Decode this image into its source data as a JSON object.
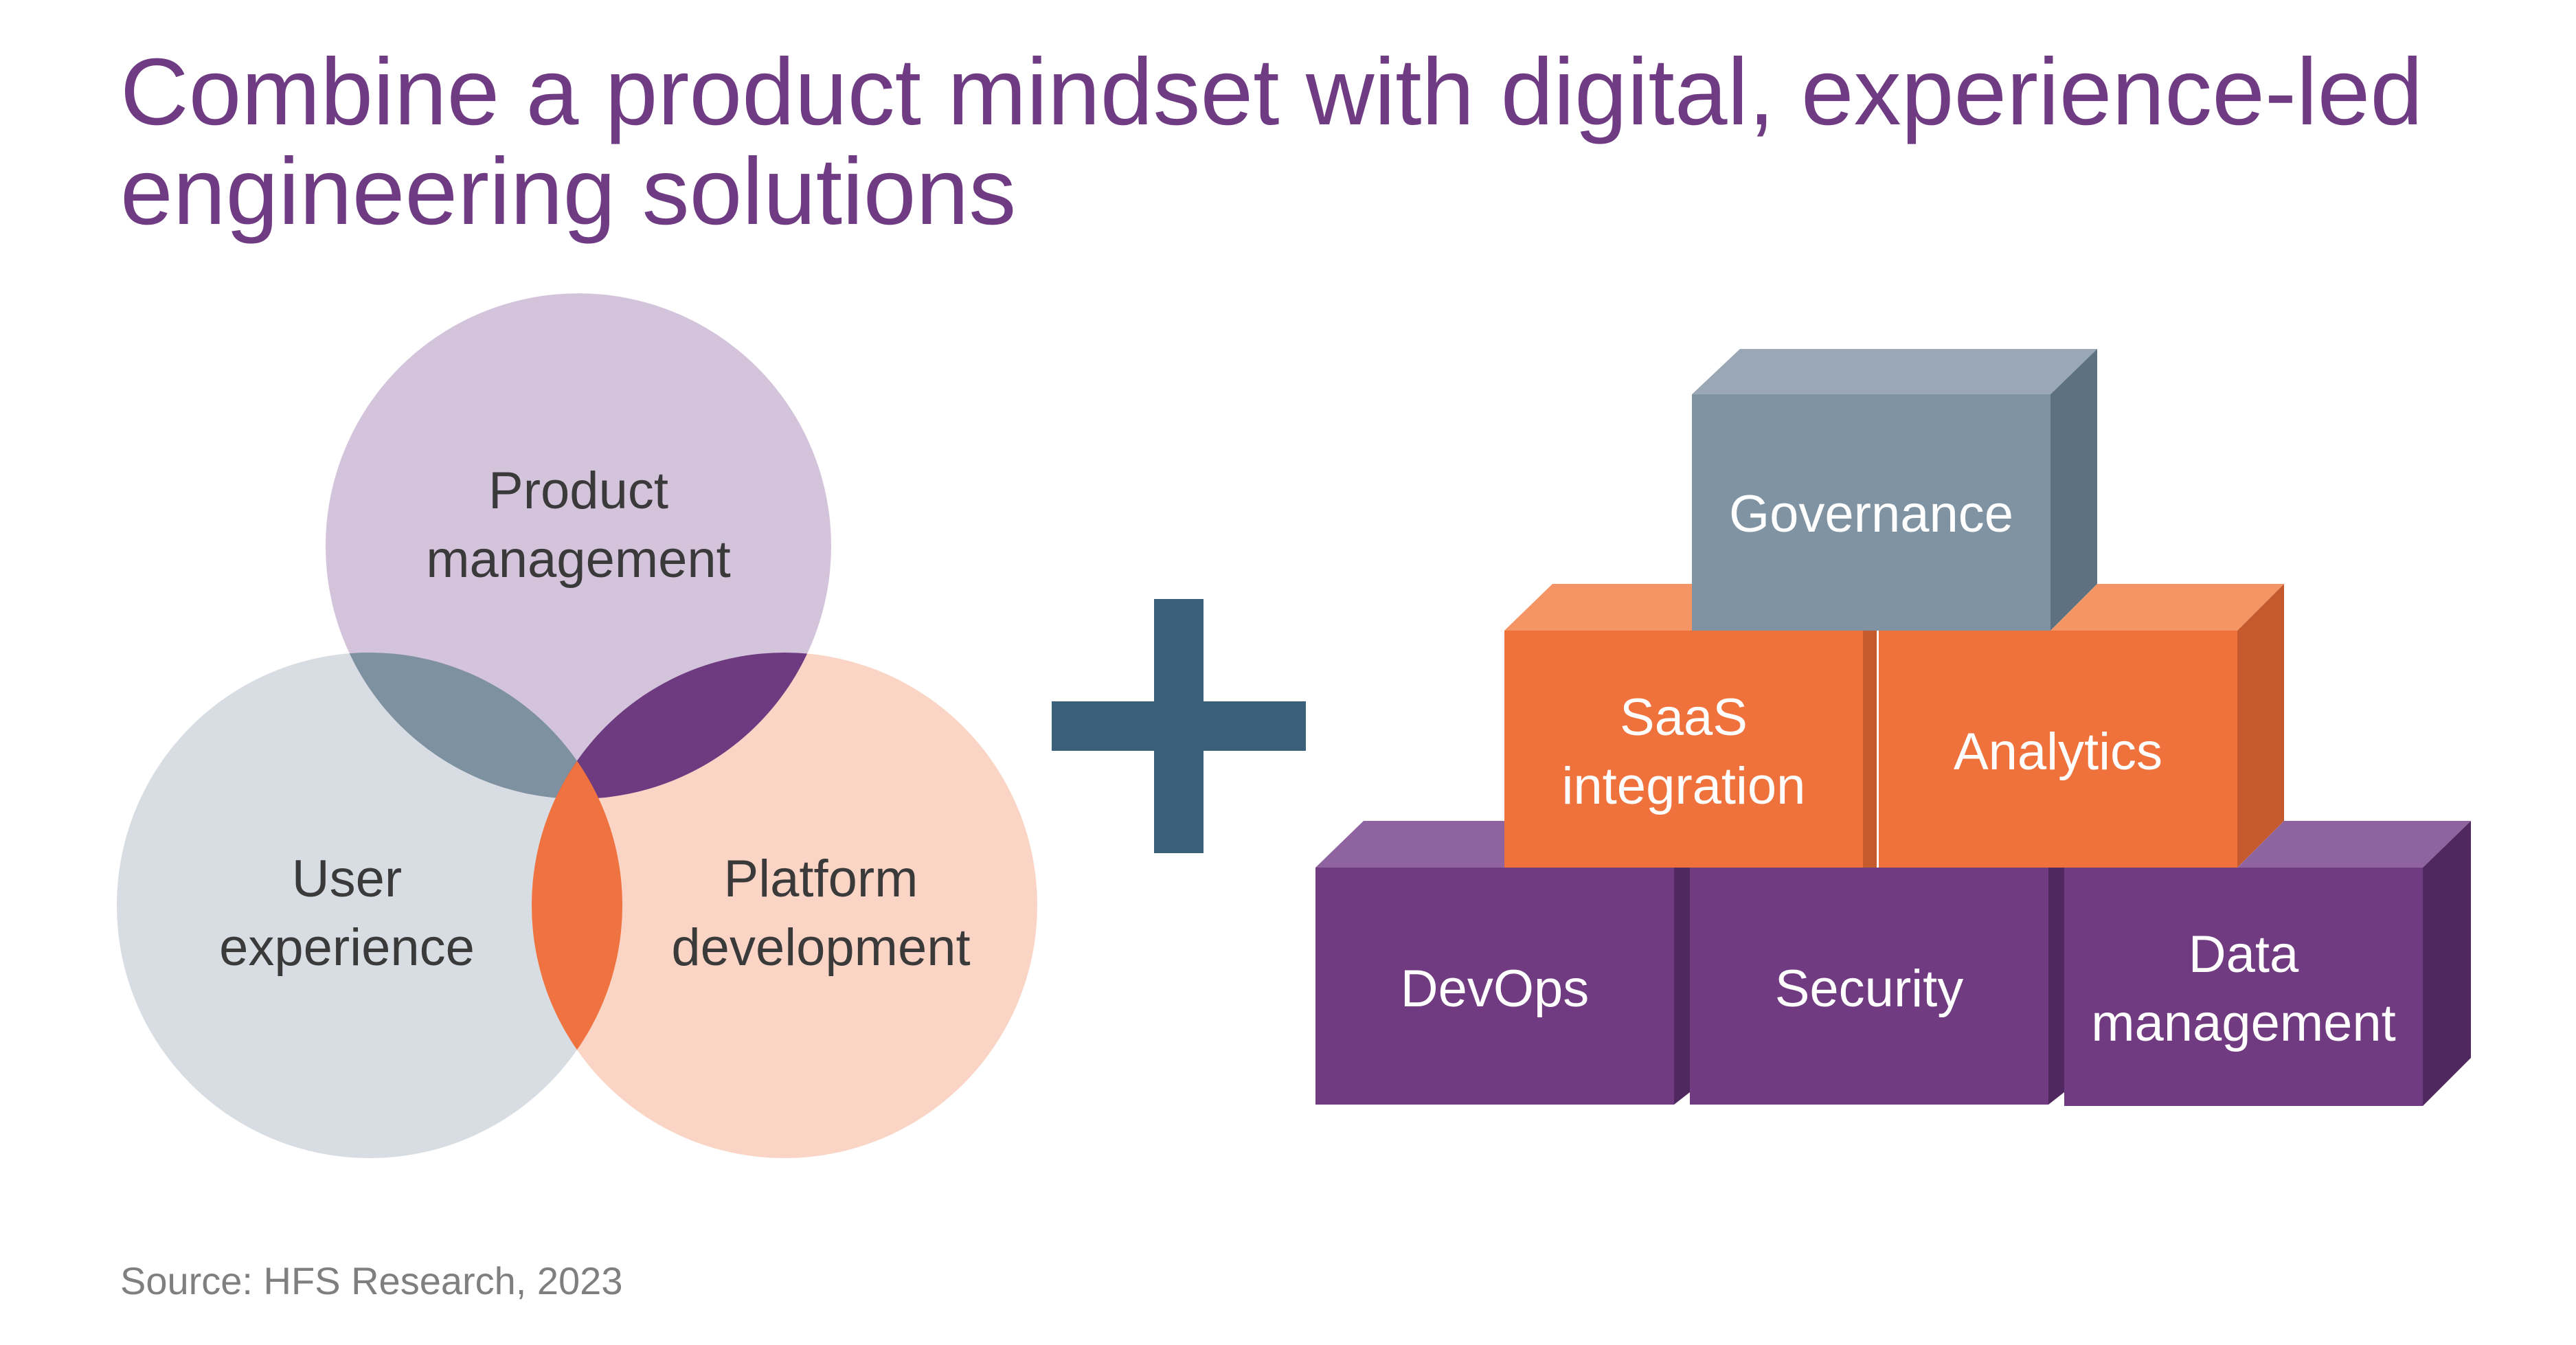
{
  "title": {
    "line1": "Combine a product mindset with digital, experience-led",
    "line2": "engineering solutions"
  },
  "venn": {
    "product": {
      "line1": "Product",
      "line2": "management",
      "color": "#d3c4dc"
    },
    "user": {
      "line1": "User",
      "line2": "experience",
      "color": "#d8dde3"
    },
    "platform": {
      "line1": "Platform",
      "line2": "development",
      "color": "#fad5c5"
    },
    "overlap_product_user": {
      "color": "#7e91a1"
    },
    "overlap_product_platform": {
      "color": "#6e3a80"
    },
    "overlap_user_platform": {
      "color": "#ef7340"
    },
    "label_color": "#3a3a3a"
  },
  "plus": {
    "icon": "plus-icon",
    "color": "#3a5f79"
  },
  "pyramid": {
    "top": {
      "governance": {
        "label": "Governance",
        "color": "#7f93a2"
      }
    },
    "middle": {
      "saas": {
        "line1": "SaaS",
        "line2": "integration",
        "color": "#ef723d"
      },
      "analytics": {
        "label": "Analytics",
        "color": "#ef723d"
      }
    },
    "bottom": {
      "devops": {
        "label": "DevOps",
        "color": "#703b80"
      },
      "security": {
        "label": "Security",
        "color": "#703b80"
      },
      "data": {
        "line1": "Data",
        "line2": "management",
        "color": "#703b80"
      }
    },
    "label_color": "#ffffff"
  },
  "source": "Source: HFS Research, 2023"
}
